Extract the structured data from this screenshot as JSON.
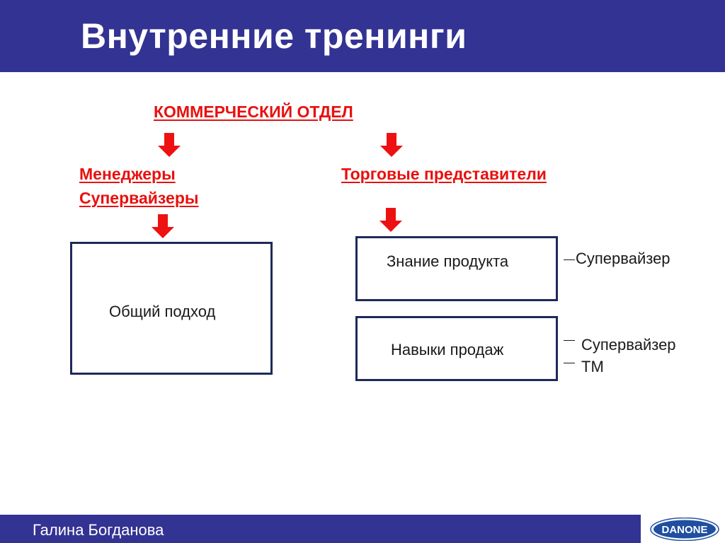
{
  "header": {
    "title": "Внутренние тренинги"
  },
  "diagram": {
    "root": "КОММЕРЧЕСКИЙ ОТДЕЛ",
    "left_branch": {
      "line1": "Менеджеры",
      "line2": "Супервайзеры"
    },
    "right_branch": "Торговые представители",
    "left_box": "Общий подход",
    "right_box_1": "Знание продукта",
    "right_box_2": "Навыки продаж",
    "note_1": "Супервайзер",
    "note_2a": "Супервайзер",
    "note_2b": "ТМ"
  },
  "footer": {
    "author": "Галина Богданова",
    "logo_text": "DANONE"
  },
  "colors": {
    "header_bg": "#333393",
    "accent_red": "#e8100e",
    "box_border": "#1d2a58"
  },
  "icons": {
    "arrow": "down-arrow-icon"
  }
}
